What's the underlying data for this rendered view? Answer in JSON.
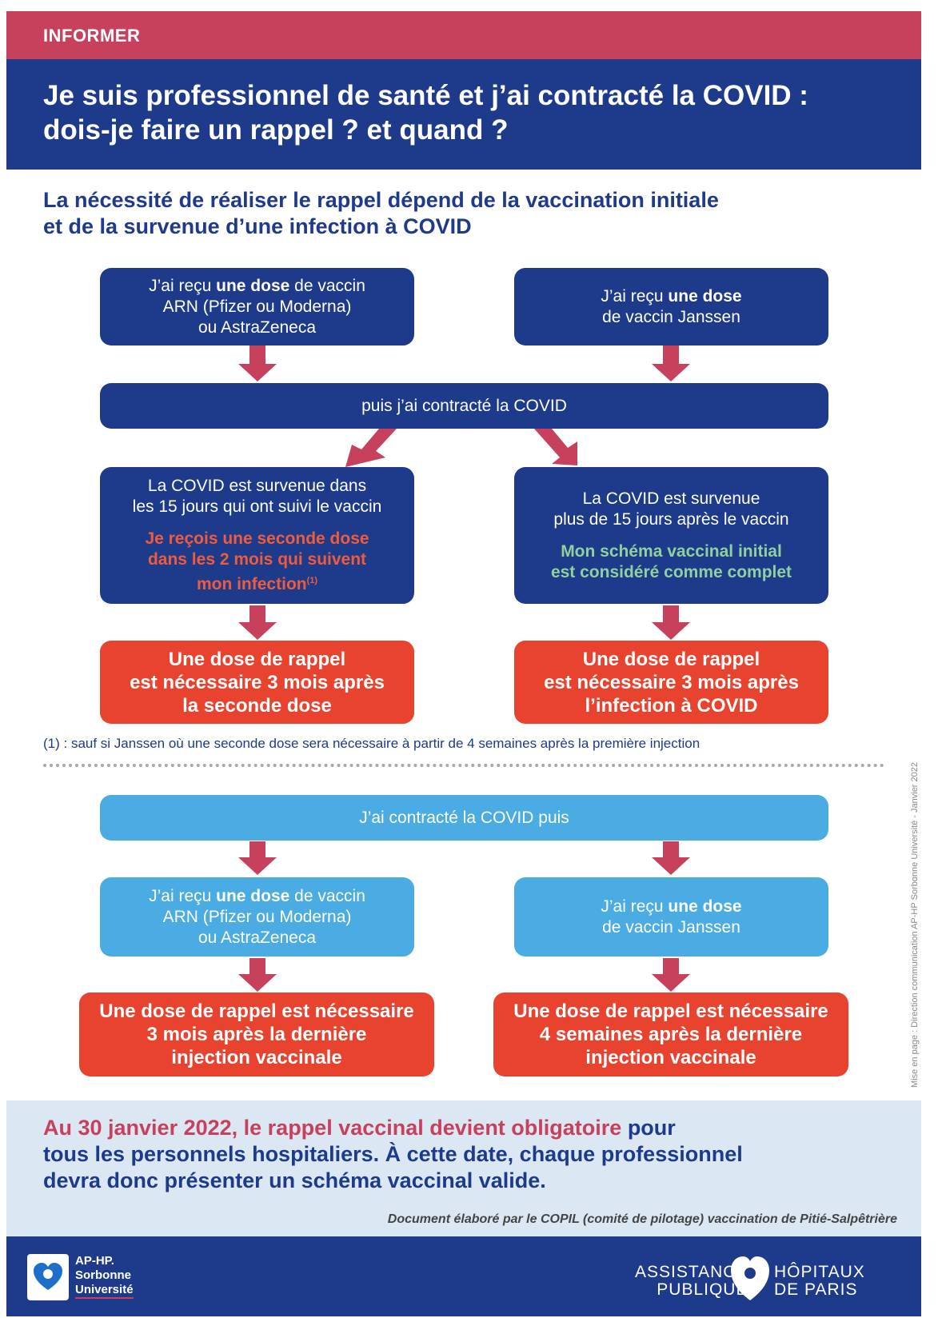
{
  "header": {
    "category": "INFORMER",
    "title_line1": "Je suis professionnel de santé et j’ai contracté la COVID :",
    "title_line2": "dois-je faire un rappel ? et quand ?"
  },
  "subtitle": {
    "line1": "La nécessité de réaliser le rappel dépend de la vaccination initiale",
    "line2": "et de la survenue d’une infection à COVID"
  },
  "flow1": {
    "arn_box": {
      "l1_pre": "J’ai reçu ",
      "l1_bold": "une dose",
      "l1_post": " de vaccin",
      "l2": "ARN (Pfizer ou Moderna)",
      "l3": "ou AstraZeneca"
    },
    "janssen_box": {
      "l1_pre": "J’ai reçu ",
      "l1_bold": "une dose",
      "l2": "de vaccin Janssen"
    },
    "covid_bar": "puis j’ai contracté la COVID",
    "within15": {
      "l1": "La COVID est survenue dans",
      "l2": "les 15 jours qui ont suivi le vaccin",
      "r1": "Je reçois une seconde dose",
      "r2": "dans les 2 mois qui suivent",
      "r3": "mon infection",
      "sup": "(1)"
    },
    "after15": {
      "l1": "La COVID est survenue",
      "l2": "plus de 15 jours après le vaccin",
      "g1": "Mon schéma vaccinal initial",
      "g2": "est considéré comme complet"
    },
    "result_left": {
      "l1": "Une dose de rappel",
      "l2": "est nécessaire 3 mois après",
      "l3": "la seconde dose"
    },
    "result_right": {
      "l1": "Une dose de rappel",
      "l2": "est nécessaire 3 mois après",
      "l3": "l’infection à COVID"
    },
    "footnote": "(1) : sauf si Janssen où une seconde dose sera nécessaire à partir de 4 semaines après la première injection"
  },
  "flow2": {
    "covid_bar": "J’ai contracté la COVID puis",
    "arn_box": {
      "l1_pre": "J’ai reçu ",
      "l1_bold": "une dose",
      "l1_post": " de vaccin",
      "l2": "ARN (Pfizer ou Moderna)",
      "l3": "ou AstraZeneca"
    },
    "janssen_box": {
      "l1_pre": "J’ai reçu ",
      "l1_bold": "une dose",
      "l2": "de vaccin Janssen"
    },
    "result_left": {
      "l1": "Une dose de rappel est nécessaire",
      "l2": "3 mois après la dernière",
      "l3": "injection vaccinale"
    },
    "result_right": {
      "l1": "Une dose de rappel est nécessaire",
      "l2": "4 semaines après la dernière",
      "l3": "injection vaccinale"
    }
  },
  "side_credit": "Mise en page : Direction communication AP-HP Sorbonne Université - Janvier 2022",
  "notice": {
    "highlight": "Au 30 janvier 2022, le rappel vaccinal devient obligatoire",
    "rest1": " pour",
    "line2": "tous les personnels hospitaliers. À cette date, chaque professionnel",
    "line3": "devra donc présenter un schéma vaccinal valide.",
    "credit": "Document élaboré par le COPIL (comité de pilotage) vaccination de Pitié-Salpêtrière"
  },
  "footer": {
    "aphp_l1": "AP-HP.",
    "aphp_l2": "Sorbonne",
    "aphp_l3": "Université",
    "ap_left_l1": "ASSISTANCE",
    "ap_left_l2": "PUBLIQUE",
    "ap_right_l1": "HÔPITAUX",
    "ap_right_l2": "DE PARIS"
  },
  "colors": {
    "navy": "#1e3a8a",
    "crimson": "#c7405c",
    "sky": "#4aace3",
    "orange": "#e8432f",
    "light_bg": "#dbe8f4"
  }
}
